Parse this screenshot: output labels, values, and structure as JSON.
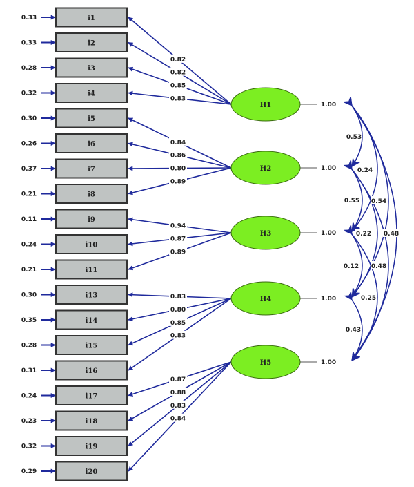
{
  "colors": {
    "box_fill": "#bfc3c2",
    "box_stroke": "#333333",
    "factor_fill": "#7cee22",
    "factor_stroke": "#3a6a10",
    "arrow": "#1f2a9c",
    "variance_line": "#aaaaaa"
  },
  "items": [
    {
      "label": "i1",
      "error": "0.33"
    },
    {
      "label": "i2",
      "error": "0.33"
    },
    {
      "label": "i3",
      "error": "0.28"
    },
    {
      "label": "i4",
      "error": "0.32"
    },
    {
      "label": "i5",
      "error": "0.30"
    },
    {
      "label": "i6",
      "error": "0.26"
    },
    {
      "label": "i7",
      "error": "0.37"
    },
    {
      "label": "i8",
      "error": "0.21"
    },
    {
      "label": "i9",
      "error": "0.11"
    },
    {
      "label": "i10",
      "error": "0.24"
    },
    {
      "label": "i11",
      "error": "0.21"
    },
    {
      "label": "i13",
      "error": "0.30"
    },
    {
      "label": "i14",
      "error": "0.35"
    },
    {
      "label": "i15",
      "error": "0.28"
    },
    {
      "label": "i16",
      "error": "0.31"
    },
    {
      "label": "i17",
      "error": "0.24"
    },
    {
      "label": "i18",
      "error": "0.23"
    },
    {
      "label": "i19",
      "error": "0.32"
    },
    {
      "label": "i20",
      "error": "0.29"
    }
  ],
  "factors": [
    {
      "label": "H1",
      "variance": "1.00",
      "loadings": [
        {
          "item": 0,
          "value": "0.82"
        },
        {
          "item": 1,
          "value": "0.82"
        },
        {
          "item": 2,
          "value": "0.85"
        },
        {
          "item": 3,
          "value": "0.83"
        }
      ]
    },
    {
      "label": "H2",
      "variance": "1.00",
      "loadings": [
        {
          "item": 4,
          "value": "0.84"
        },
        {
          "item": 5,
          "value": "0.86"
        },
        {
          "item": 6,
          "value": "0.80"
        },
        {
          "item": 7,
          "value": "0.89"
        }
      ]
    },
    {
      "label": "H3",
      "variance": "1.00",
      "loadings": [
        {
          "item": 8,
          "value": "0.94"
        },
        {
          "item": 9,
          "value": "0.87"
        },
        {
          "item": 10,
          "value": "0.89"
        }
      ]
    },
    {
      "label": "H4",
      "variance": "1.00",
      "loadings": [
        {
          "item": 11,
          "value": "0.83"
        },
        {
          "item": 12,
          "value": "0.80"
        },
        {
          "item": 13,
          "value": "0.85"
        },
        {
          "item": 14,
          "value": "0.83"
        }
      ]
    },
    {
      "label": "H5",
      "variance": "1.00",
      "loadings": [
        {
          "item": 15,
          "value": "0.87"
        },
        {
          "item": 16,
          "value": "0.88"
        },
        {
          "item": 17,
          "value": "0.83"
        },
        {
          "item": 18,
          "value": "0.84"
        }
      ]
    }
  ],
  "correlations": [
    {
      "from": 0,
      "to": 1,
      "value": "0.53"
    },
    {
      "from": 0,
      "to": 2,
      "value": "0.24"
    },
    {
      "from": 0,
      "to": 3,
      "value": "0.55"
    },
    {
      "from": 0,
      "to": 4,
      "value": "0.54"
    },
    {
      "from": 1,
      "to": 2,
      "value": "0.22"
    },
    {
      "from": 1,
      "to": 3,
      "value": "0.48"
    },
    {
      "from": 1,
      "to": 4,
      "value": "0.48"
    },
    {
      "from": 2,
      "to": 3,
      "value": "0.12"
    },
    {
      "from": 2,
      "to": 4,
      "value": "0.25"
    },
    {
      "from": 3,
      "to": 4,
      "value": "0.43"
    }
  ]
}
